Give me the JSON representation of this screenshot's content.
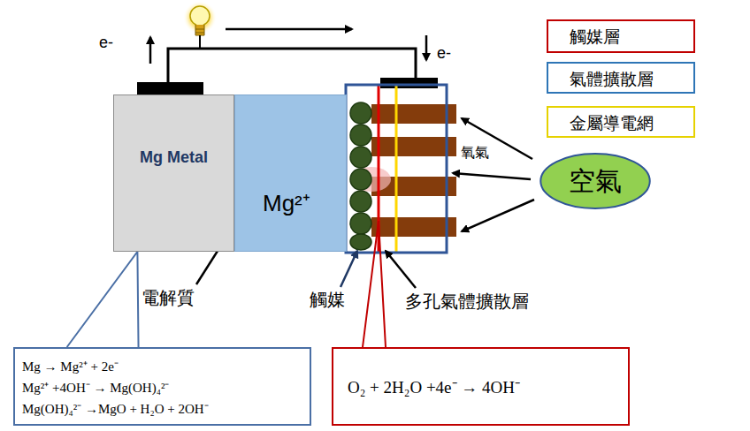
{
  "diagram": {
    "nodes": [
      {
        "text": [
          "Mg Metal"
        ]
      },
      {
        "text": [
          "Mg²⁺"
        ]
      },
      {
        "text": [
          "空氣"
        ]
      },
      {
        "text": [
          "Mg → Mg²⁺ + 2e⁻",
          "Mg²⁺ +4OH⁻ → Mg(OH)₄²⁻",
          "Mg(OH)₄²⁻ →MgO + H₂O + 2OH⁻"
        ]
      },
      {
        "text": [
          "O₂ + 2H₂O +4e⁻ → 4OH⁻"
        ]
      }
    ],
    "edges": [
      {
        "from": 0,
        "to": 3,
        "arrow": "none"
      }
    ],
    "labels": [
      "e-",
      "e-",
      "氧氣",
      "電解質",
      "觸媒",
      "多孔氣體擴散層"
    ],
    "legend": [
      {
        "text": "觸媒層",
        "color": "#c00000"
      },
      {
        "text": "氣體擴散層",
        "color": "#2e75b6"
      },
      {
        "text": "金屬導電網",
        "color": "#e6d200"
      }
    ]
  }
}
